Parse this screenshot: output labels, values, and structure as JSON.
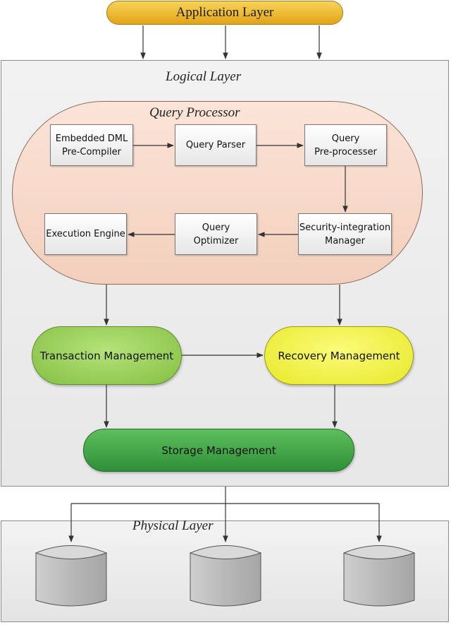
{
  "application_layer": {
    "label": "Application Layer"
  },
  "logical_layer": {
    "title": "Logical Layer"
  },
  "query_processor": {
    "title": "Query Processor",
    "embedded_dml": "Embedded DML\nPre-Compiler",
    "query_parser": "Query Parser",
    "query_preprocessor": "Query\nPre-processer",
    "security_integration": "Security-integration\nManager",
    "query_optimizer": "Query\nOptimizer",
    "execution_engine": "Execution Engine"
  },
  "transaction_management": {
    "label": "Transaction Management"
  },
  "recovery_management": {
    "label": "Recovery Management"
  },
  "storage_management": {
    "label": "Storage Management"
  },
  "physical_layer": {
    "title": "Physical Layer",
    "database_count": 3
  },
  "colors": {
    "application": "#f0c040",
    "query_processor": "#f8d9c9",
    "transaction": "#9ccf5e",
    "recovery": "#f2f24a",
    "storage": "#3fa64a",
    "layer_background": "#ebebeb"
  }
}
